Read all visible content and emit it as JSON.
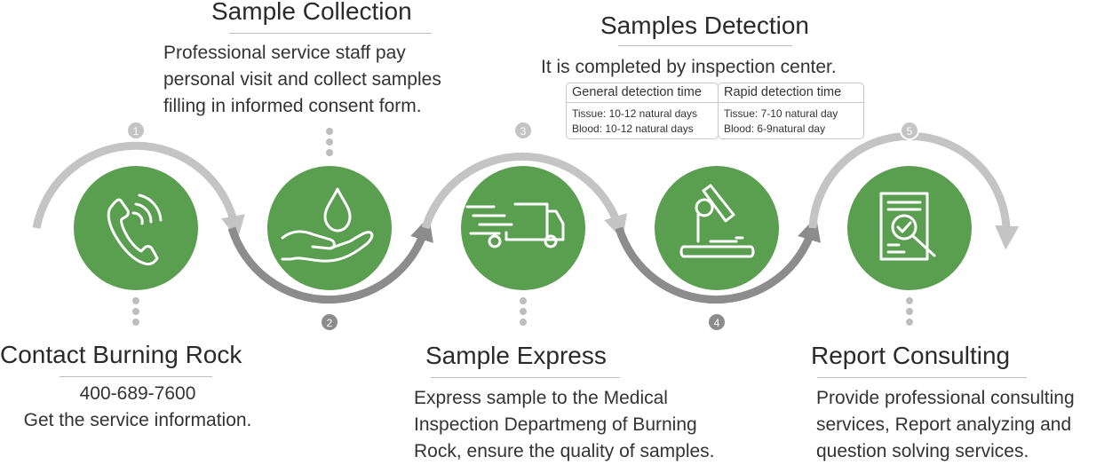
{
  "steps": [
    {
      "number": "1",
      "title": "Contact Burning Rock",
      "lines": [
        "400-689-7600",
        "Get the service information."
      ],
      "icon": "phone-icon"
    },
    {
      "number": "2",
      "title": "Sample Collection",
      "lines": [
        "Professional service staff pay",
        "personal visit and collect samples",
        "filling in informed consent form."
      ],
      "icon": "hand-drop-icon"
    },
    {
      "number": "3",
      "title": "Sample Express",
      "lines": [
        "Express sample to the Medical",
        "Inspection Departmeng of Burning",
        "Rock, ensure the quality of samples."
      ],
      "icon": "truck-icon"
    },
    {
      "number": "4",
      "title": "Samples Detection",
      "lines": [
        "It is completed by inspection center."
      ],
      "icon": "microscope-icon"
    },
    {
      "number": "5",
      "title": "Report Consulting",
      "lines": [
        "Provide professional consulting",
        "services, Report analyzing and",
        "question solving services."
      ],
      "icon": "report-magnifier-icon"
    }
  ],
  "detection_boxes": [
    {
      "heading": "General detection time",
      "lines": [
        "Tissue: 10-12 natural days",
        "Blood: 10-12 natural days"
      ]
    },
    {
      "heading": "Rapid detection time",
      "lines": [
        "Tissue: 7-10 natural day",
        "Blood: 6-9natural day"
      ]
    }
  ],
  "colors": {
    "circle_green": "#5a9e50",
    "arc_light": "#c4c4c4",
    "arc_dark": "#8c8c8c",
    "dots": "#bdbdbd"
  }
}
